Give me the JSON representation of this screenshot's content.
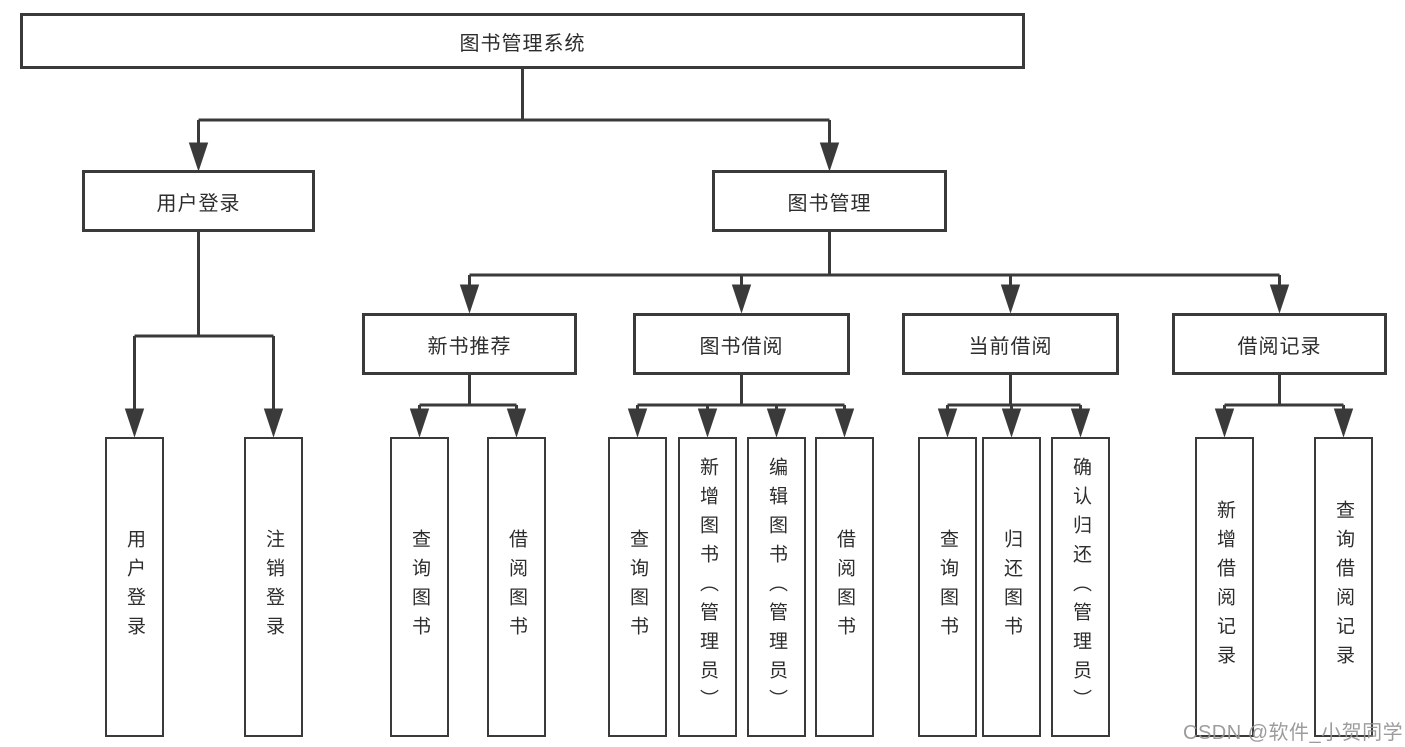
{
  "title": {
    "label": "图书管理系统"
  },
  "branches": {
    "login": {
      "label": "用户登录"
    },
    "management": {
      "label": "图书管理"
    }
  },
  "sections": {
    "new_books": {
      "label": "新书推荐"
    },
    "borrowing": {
      "label": "图书借阅"
    },
    "current": {
      "label": "当前借阅"
    },
    "records": {
      "label": "借阅记录"
    }
  },
  "leaves": {
    "login": [
      "用户登录",
      "注销登录"
    ],
    "new_books": [
      "查询图书",
      "借阅图书"
    ],
    "borrowing": [
      "查询图书",
      "新增图书（管理员）",
      "编辑图书（管理员）",
      "借阅图书"
    ],
    "current": [
      "查询图书",
      "归还图书",
      "确认归还（管理员）"
    ],
    "records": [
      "新增借阅记录",
      "查询借阅记录"
    ]
  },
  "watermark": {
    "text": "CSDN @软件_小贺同学"
  },
  "colors": {
    "line": "#3a3a3a",
    "text": "#2d2d2d",
    "background": "#ffffff",
    "watermark": "#949494"
  }
}
